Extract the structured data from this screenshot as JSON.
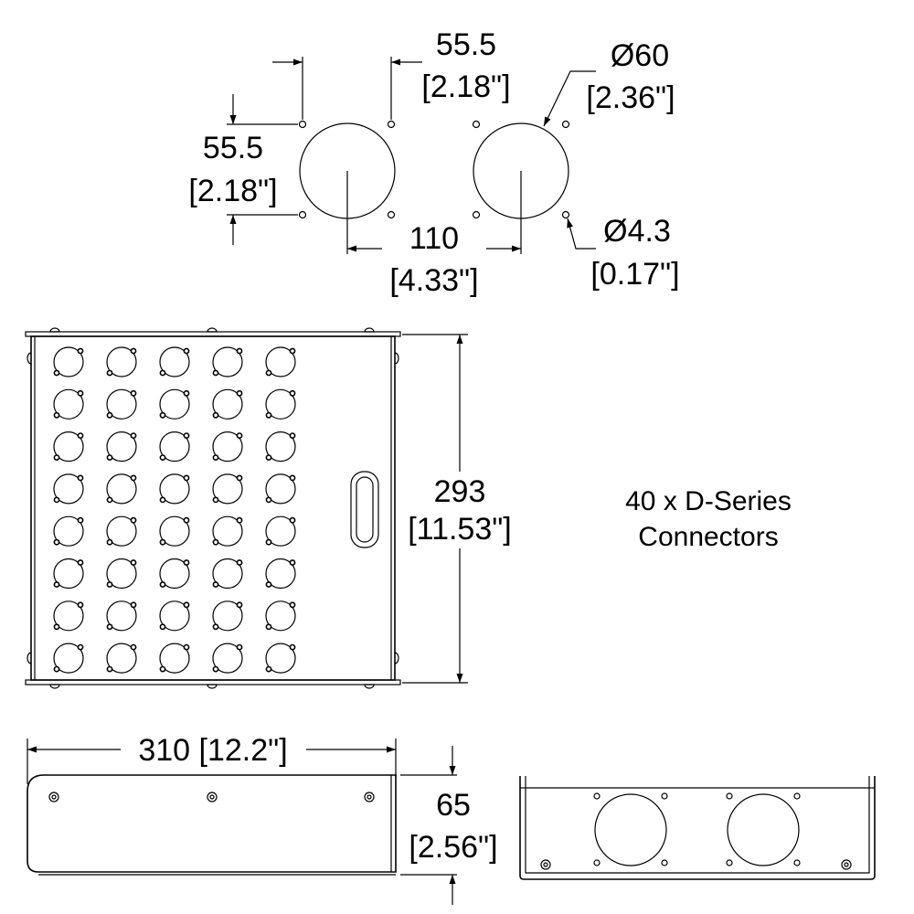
{
  "cutout_detail": {
    "hole_spacing_horizontal": {
      "value": "55.5",
      "imperial": "[2.18\"]"
    },
    "hole_spacing_vertical": {
      "value": "55.5",
      "imperial": "[2.18\"]"
    },
    "cutout_diameter": {
      "value": "Ø60",
      "imperial": "[2.36\"]"
    },
    "mount_hole_diameter": {
      "value": "Ø4.3",
      "imperial": "[0.17\"]"
    },
    "center_spacing": {
      "value": "110",
      "imperial": "[4.33\"]"
    }
  },
  "front_view": {
    "height": {
      "value": "293",
      "imperial": "[11.53\"]"
    },
    "connector_rows": 8,
    "connector_columns": 5
  },
  "note": {
    "line1": "40 x D-Series",
    "line2": "Connectors"
  },
  "side_view": {
    "width": {
      "label": "310 [12.2\"]"
    },
    "height": {
      "value": "65",
      "imperial": "[2.56\"]"
    }
  }
}
